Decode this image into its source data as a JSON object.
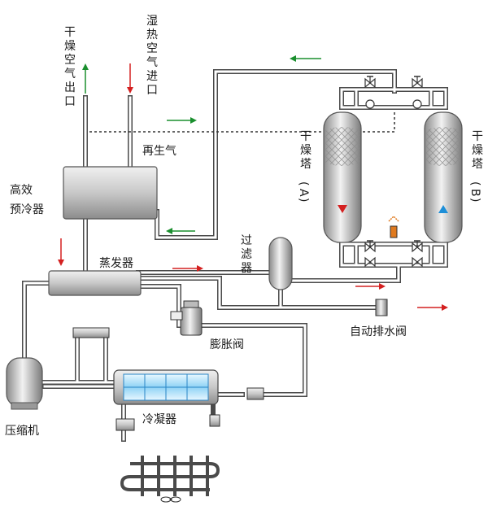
{
  "labels": {
    "dry_air_outlet": "干燥空气出口",
    "humid_air_inlet": "湿热空气进口",
    "regen_gas": "再生气",
    "precooler": "高效\n预冷器",
    "evaporator": "蒸发器",
    "filter": "过滤器",
    "tower_a": "干燥塔(A)",
    "tower_b": "干燥塔(B)",
    "auto_drain": "自动排水阀",
    "expansion_valve": "膨胀阀",
    "compressor": "压缩机",
    "condenser": "冷凝器"
  },
  "colors": {
    "green_arrow": "#1a8f2e",
    "red_arrow": "#d42020",
    "pipe": "#4a4a4a",
    "vessel": "#c9c9c9",
    "coil_blue": "#8fd3f5",
    "drain_orange": "#e07a1f"
  },
  "icons": {
    "flow_arrow": "arrow",
    "valve": "valve-icon",
    "fan": "fan-icon"
  }
}
